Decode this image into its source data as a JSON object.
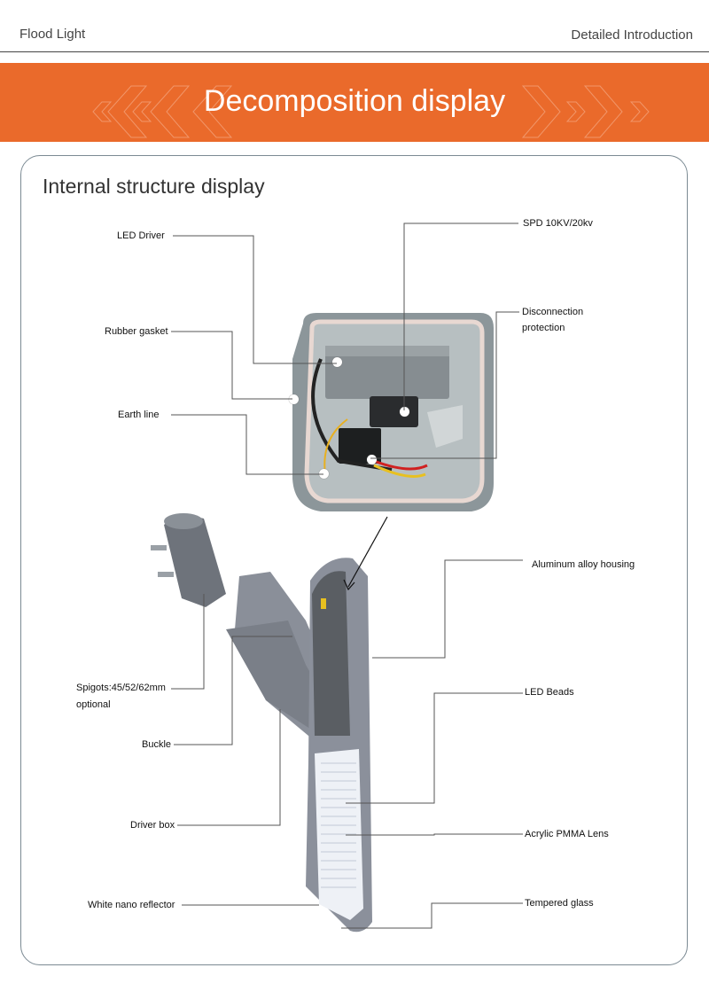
{
  "header": {
    "left_title": "Flood Light",
    "right_title": "Detailed Introduction"
  },
  "banner": {
    "title": "Decomposition display",
    "background_color": "#ea6a2b"
  },
  "section": {
    "title": "Internal structure display"
  },
  "callouts": {
    "led_driver": "LED Driver",
    "rubber_gasket": "Rubber gasket",
    "earth_line": "Earth line",
    "spd": "SPD 10KV/20kv",
    "disconnection_line1": "Disconnection",
    "disconnection_line2": "protection",
    "aluminum_housing": "Aluminum alloy housing",
    "spigots_line1": "Spigots:45/52/62mm",
    "spigots_line2": "optional",
    "buckle": "Buckle",
    "led_beads": "LED Beads",
    "driver_box": "Driver box",
    "acrylic_lens": "Acrylic PMMA Lens",
    "white_reflector": "White nano reflector",
    "tempered_glass": "Tempered glass"
  }
}
